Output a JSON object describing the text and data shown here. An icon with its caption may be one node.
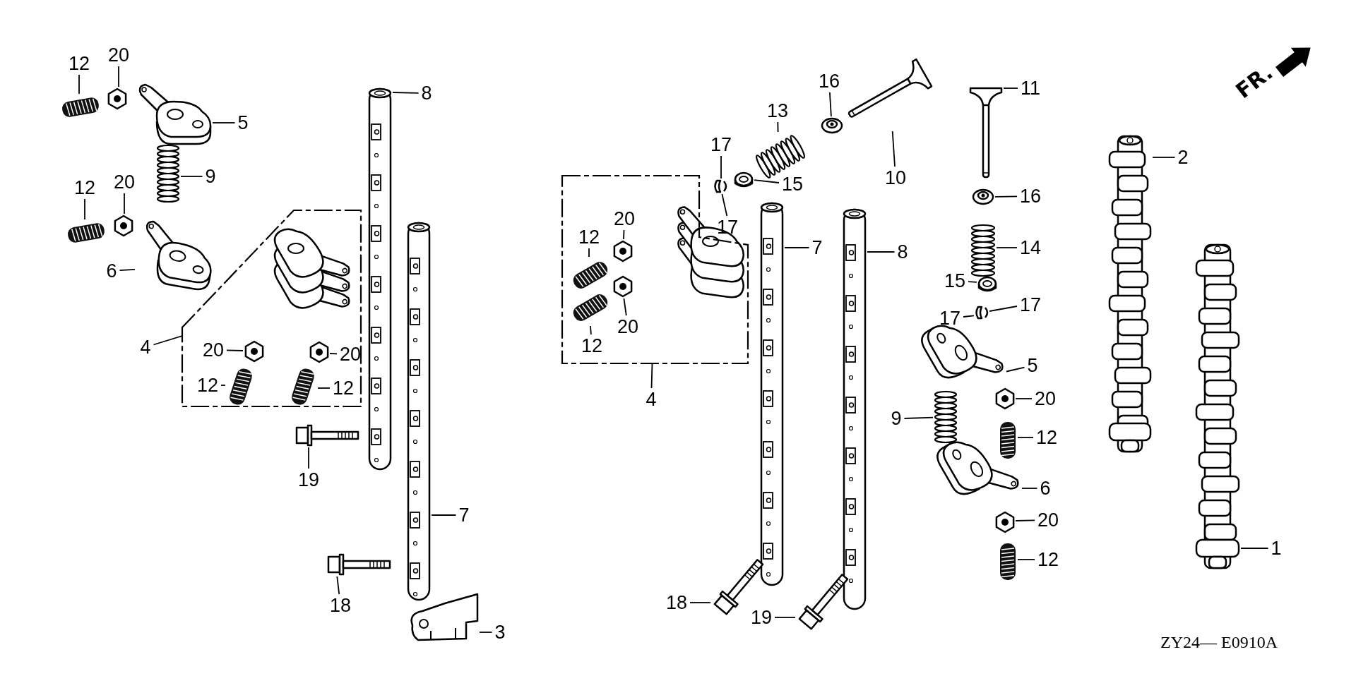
{
  "diagram": {
    "nodes": [
      {
        "text": [
          "12"
        ]
      },
      {
        "text": [
          "20"
        ]
      },
      {
        "text": [
          "5"
        ]
      },
      {
        "text": [
          "9"
        ]
      },
      {
        "text": [
          "12"
        ]
      },
      {
        "text": [
          "20"
        ]
      },
      {
        "text": [
          "6"
        ]
      },
      {
        "text": [],
        "shape": "box"
      },
      {
        "text": [
          "4"
        ]
      },
      {
        "text": [
          "20"
        ],
        "in": 7
      },
      {
        "text": [
          "20"
        ],
        "in": 7
      },
      {
        "text": [
          "12"
        ],
        "in": 7
      },
      {
        "text": [
          "12"
        ],
        "in": 7
      },
      {
        "text": [
          "8"
        ]
      },
      {
        "text": [
          "7"
        ]
      },
      {
        "text": [
          "19"
        ]
      },
      {
        "text": [
          "18"
        ]
      },
      {
        "text": [
          "3"
        ]
      },
      {
        "text": [],
        "shape": "box"
      },
      {
        "text": [
          "4"
        ]
      },
      {
        "text": [
          "12"
        ],
        "in": 18
      },
      {
        "text": [
          "20"
        ],
        "in": 18
      },
      {
        "text": [
          "20"
        ],
        "in": 18
      },
      {
        "text": [
          "12"
        ],
        "in": 18
      },
      {
        "text": [
          "17"
        ]
      },
      {
        "text": [
          "17"
        ]
      },
      {
        "text": [
          "15"
        ]
      },
      {
        "text": [
          "13"
        ]
      },
      {
        "text": [
          "16"
        ]
      },
      {
        "text": [
          "10"
        ]
      },
      {
        "text": [
          "7"
        ]
      },
      {
        "text": [
          "8"
        ]
      },
      {
        "text": [
          "18"
        ]
      },
      {
        "text": [
          "19"
        ]
      },
      {
        "text": [
          "11"
        ]
      },
      {
        "text": [
          "16"
        ]
      },
      {
        "text": [
          "14"
        ]
      },
      {
        "text": [
          "15"
        ]
      },
      {
        "text": [
          "17"
        ]
      },
      {
        "text": [
          "17"
        ]
      },
      {
        "text": [
          "5"
        ]
      },
      {
        "text": [
          "20"
        ]
      },
      {
        "text": [
          "9"
        ]
      },
      {
        "text": [
          "12"
        ]
      },
      {
        "text": [
          "6"
        ]
      },
      {
        "text": [
          "20"
        ]
      },
      {
        "text": [
          "12"
        ]
      },
      {
        "text": [
          "2"
        ]
      },
      {
        "text": [
          "1"
        ]
      },
      {
        "text": [],
        "shape": "picture"
      },
      {
        "text": [],
        "shape": "picture"
      },
      {
        "text": [],
        "shape": "picture"
      },
      {
        "text": [],
        "shape": "picture"
      },
      {
        "text": [],
        "shape": "picture"
      },
      {
        "text": [],
        "shape": "picture"
      },
      {
        "text": [],
        "shape": "picture"
      },
      {
        "text": [],
        "shape": "picture",
        "in": 7
      },
      {
        "text": [],
        "shape": "picture",
        "in": 7
      },
      {
        "text": [],
        "shape": "picture",
        "in": 7
      },
      {
        "text": [],
        "shape": "picture",
        "in": 7
      },
      {
        "text": [],
        "shape": "picture"
      },
      {
        "text": [],
        "shape": "picture"
      },
      {
        "text": [],
        "shape": "picture"
      },
      {
        "text": [],
        "shape": "picture"
      },
      {
        "text": [],
        "shape": "picture"
      },
      {
        "text": [],
        "shape": "picture",
        "in": 18
      },
      {
        "text": [],
        "shape": "picture",
        "in": 18
      },
      {
        "text": [],
        "shape": "picture",
        "in": 18
      },
      {
        "text": [],
        "shape": "picture",
        "in": 18
      },
      {
        "text": [],
        "shape": "picture"
      },
      {
        "text": [],
        "shape": "picture"
      },
      {
        "text": [],
        "shape": "picture"
      },
      {
        "text": [],
        "shape": "picture"
      },
      {
        "text": [],
        "shape": "picture"
      },
      {
        "text": [],
        "shape": "picture"
      },
      {
        "text": [],
        "shape": "picture"
      },
      {
        "text": [],
        "shape": "picture"
      },
      {
        "text": [],
        "shape": "picture"
      },
      {
        "text": [],
        "shape": "picture"
      },
      {
        "text": [],
        "shape": "picture"
      },
      {
        "text": [],
        "shape": "picture"
      },
      {
        "text": [],
        "shape": "picture"
      },
      {
        "text": [],
        "shape": "picture"
      },
      {
        "text": [],
        "shape": "picture"
      },
      {
        "text": [],
        "shape": "picture"
      },
      {
        "text": [],
        "shape": "picture"
      },
      {
        "text": [],
        "shape": "picture"
      },
      {
        "text": [],
        "shape": "picture"
      },
      {
        "text": [],
        "shape": "picture"
      },
      {
        "text": [],
        "shape": "picture"
      },
      {
        "text": [],
        "shape": "picture"
      },
      {
        "text": [],
        "shape": "picture"
      }
    ],
    "edges": [
      {
        "from": 0,
        "to": 49,
        "arrow": "none"
      },
      {
        "from": 1,
        "to": 50,
        "arrow": "none"
      },
      {
        "from": 2,
        "to": 51,
        "arrow": "none"
      },
      {
        "from": 3,
        "to": 52,
        "arrow": "none"
      },
      {
        "from": 4,
        "to": 53,
        "arrow": "none"
      },
      {
        "from": 5,
        "to": 54,
        "arrow": "none"
      },
      {
        "from": 6,
        "to": 55,
        "arrow": "none"
      },
      {
        "from": 8,
        "to": 7,
        "arrow": "none"
      },
      {
        "from": 9,
        "to": 56,
        "arrow": "none"
      },
      {
        "from": 10,
        "to": 57,
        "arrow": "none"
      },
      {
        "from": 11,
        "to": 58,
        "arrow": "none"
      },
      {
        "from": 12,
        "to": 59,
        "arrow": "none"
      },
      {
        "from": 13,
        "to": 60,
        "arrow": "none"
      },
      {
        "from": 14,
        "to": 61,
        "arrow": "none"
      },
      {
        "from": 15,
        "to": 62,
        "arrow": "none"
      },
      {
        "from": 16,
        "to": 63,
        "arrow": "none"
      },
      {
        "from": 17,
        "to": 64,
        "arrow": "none"
      },
      {
        "from": 19,
        "to": 18,
        "arrow": "none"
      },
      {
        "from": 20,
        "to": 65,
        "arrow": "none"
      },
      {
        "from": 21,
        "to": 66,
        "arrow": "none"
      },
      {
        "from": 22,
        "to": 67,
        "arrow": "none"
      },
      {
        "from": 23,
        "to": 68,
        "arrow": "none"
      },
      {
        "from": 24,
        "to": 69,
        "arrow": "none"
      },
      {
        "from": 25,
        "to": 69,
        "arrow": "none"
      },
      {
        "from": 26,
        "to": 70,
        "arrow": "none"
      },
      {
        "from": 27,
        "to": 71,
        "arrow": "none"
      },
      {
        "from": 28,
        "to": 72,
        "arrow": "none"
      },
      {
        "from": 29,
        "to": 73,
        "arrow": "none"
      },
      {
        "from": 30,
        "to": 74,
        "arrow": "none"
      },
      {
        "from": 31,
        "to": 75,
        "arrow": "none"
      },
      {
        "from": 32,
        "to": 76,
        "arrow": "none"
      },
      {
        "from": 33,
        "to": 77,
        "arrow": "none"
      },
      {
        "from": 34,
        "to": 78,
        "arrow": "none"
      },
      {
        "from": 35,
        "to": 79,
        "arrow": "none"
      },
      {
        "from": 36,
        "to": 80,
        "arrow": "none"
      },
      {
        "from": 37,
        "to": 81,
        "arrow": "none"
      },
      {
        "from": 38,
        "to": 82,
        "arrow": "none"
      },
      {
        "from": 39,
        "to": 82,
        "arrow": "none"
      },
      {
        "from": 40,
        "to": 83,
        "arrow": "none"
      },
      {
        "from": 41,
        "to": 84,
        "arrow": "none"
      },
      {
        "from": 42,
        "to": 85,
        "arrow": "none"
      },
      {
        "from": 43,
        "to": 86,
        "arrow": "none"
      },
      {
        "from": 44,
        "to": 87,
        "arrow": "none"
      },
      {
        "from": 45,
        "to": 88,
        "arrow": "none"
      },
      {
        "from": 46,
        "to": 89,
        "arrow": "none"
      },
      {
        "from": 47,
        "to": 90,
        "arrow": "none"
      },
      {
        "from": 48,
        "to": 91,
        "arrow": "none"
      }
    ],
    "labels": [
      "FR.",
      "ZY24— E0910A"
    ]
  }
}
